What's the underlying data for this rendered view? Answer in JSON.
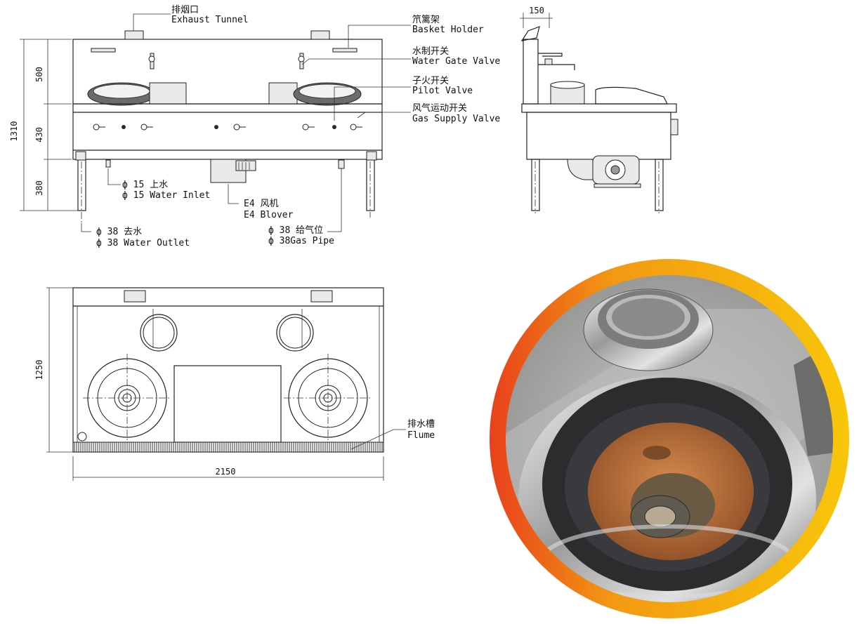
{
  "front_view": {
    "dim_total": "1310",
    "dim_upper": "500",
    "dim_middle": "430",
    "dim_legs": "380"
  },
  "side_view": {
    "dim_top": "150"
  },
  "top_view": {
    "dim_depth": "1250",
    "dim_width": "2150"
  },
  "callouts": {
    "exhaust": {
      "cn": "排烟口",
      "en": "Exhaust Tunnel"
    },
    "basket": {
      "cn": "笊篱架",
      "en": "Basket Holder"
    },
    "water_gate": {
      "cn": "水制开关",
      "en": "Water Gate Valve"
    },
    "pilot": {
      "cn": "子火开关",
      "en": "Pilot Valve"
    },
    "gas_supply": {
      "cn": "风气运动开关",
      "en": "Gas Supply Valve"
    },
    "water_inlet": {
      "cn": "ф 15 上水",
      "en": "ф 15 Water Inlet"
    },
    "blower": {
      "cn": "E4 风机",
      "en": "E4 Blover"
    },
    "water_outlet": {
      "cn": "ф 38 去水",
      "en": "ф 38 Water Outlet"
    },
    "gas_pipe": {
      "cn": "ф 38 给气位",
      "en": "ф 38Gas Pipe"
    },
    "flume": {
      "cn": "排水槽",
      "en": "Flume"
    }
  },
  "colors": {
    "frame_ring_start": "#e8401c",
    "frame_ring_end": "#f8c60a",
    "line": "#222222"
  }
}
